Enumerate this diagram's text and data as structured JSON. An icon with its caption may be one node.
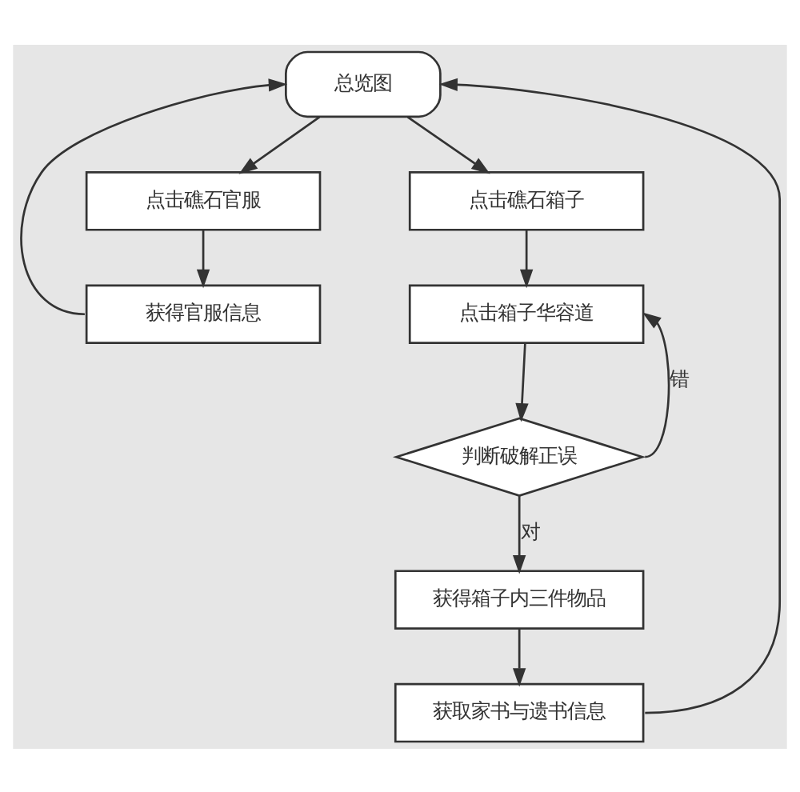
{
  "diagram": {
    "nodes": [
      {
        "text": [
          "总览图"
        ]
      },
      {
        "text": [
          "点击礁石官服"
        ]
      },
      {
        "text": [
          "获得官服信息"
        ]
      },
      {
        "text": [
          "点击礁石箱子"
        ]
      },
      {
        "text": [
          "点击箱子华容道"
        ]
      },
      {
        "text": [
          "判断破解正误"
        ]
      },
      {
        "text": [
          "获得箱子内三件物品"
        ]
      },
      {
        "text": [
          "获取家书与遗书信息"
        ]
      }
    ],
    "edges": [
      {
        "from": 0,
        "to": 1,
        "arrow": "to"
      },
      {
        "from": 0,
        "to": 3,
        "arrow": "to"
      },
      {
        "from": 1,
        "to": 2,
        "arrow": "to"
      },
      {
        "from": 2,
        "to": 0,
        "arrow": "to"
      },
      {
        "from": 3,
        "to": 4,
        "arrow": "to"
      },
      {
        "from": 4,
        "to": 5,
        "arrow": "to"
      },
      {
        "from": 5,
        "to": 4,
        "label": "错",
        "arrow": "to"
      },
      {
        "from": 5,
        "to": 6,
        "label": "对",
        "arrow": "to"
      },
      {
        "from": 6,
        "to": 7,
        "arrow": "to"
      },
      {
        "from": 7,
        "to": 0,
        "arrow": "to"
      }
    ]
  }
}
